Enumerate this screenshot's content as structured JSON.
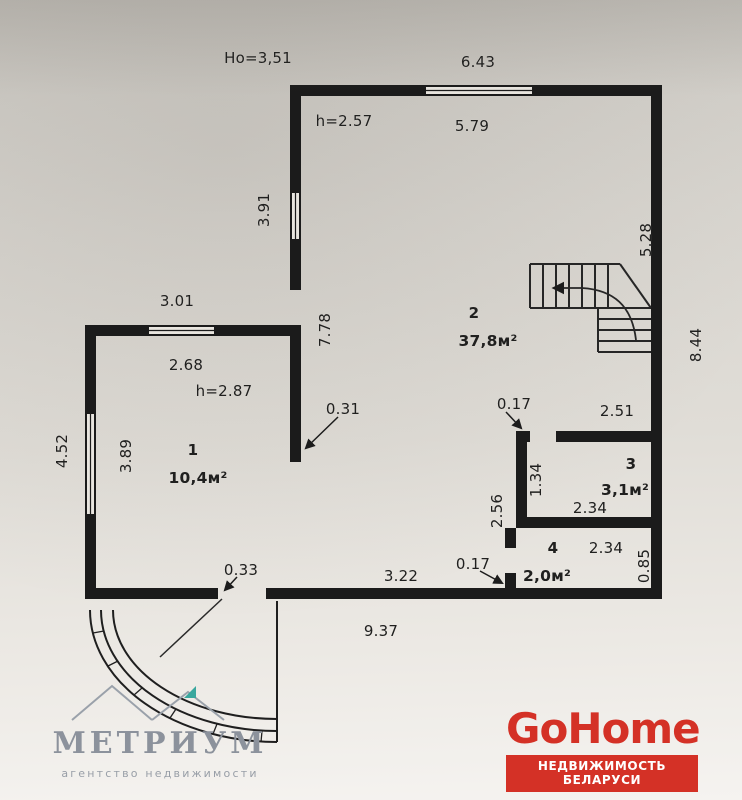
{
  "colors": {
    "ink": "#1b1b1b",
    "paper": "#dedbd5",
    "gohome_red": "#d43126",
    "metrium_gray": "#8c929c",
    "metrium_accent_teal": "#39a79e"
  },
  "plan": {
    "labels": [
      {
        "text": "Но=3,51"
      },
      {
        "text": "6.43"
      },
      {
        "text": "h=2.57"
      },
      {
        "text": "5.79"
      },
      {
        "text": "3.91"
      },
      {
        "text": "5.28"
      },
      {
        "text": "8.44"
      },
      {
        "text": "3.01"
      },
      {
        "text": "7.78"
      },
      {
        "text": "2.68"
      },
      {
        "text": "h=2.87"
      },
      {
        "text": "0.31"
      },
      {
        "text": "0.17"
      },
      {
        "text": "2.51"
      },
      {
        "text": "4.52"
      },
      {
        "text": "3.89"
      },
      {
        "text": "1.34"
      },
      {
        "text": "2.34"
      },
      {
        "text": "2.56"
      },
      {
        "text": "2.34"
      },
      {
        "text": "0.85"
      },
      {
        "text": "0.33"
      },
      {
        "text": "3.22"
      },
      {
        "text": "0.17"
      },
      {
        "text": "9.37"
      }
    ],
    "rooms": [
      {
        "number": "1",
        "area": "10,4м²"
      },
      {
        "number": "2",
        "area": "37,8м²"
      },
      {
        "number": "3",
        "area": "3,1м²"
      },
      {
        "number": "4",
        "area": "2,0м²"
      }
    ]
  },
  "watermarks": {
    "metrium": {
      "title": "МЕТРИУМ",
      "subtitle": "агентство недвижимости"
    },
    "gohome": {
      "title": "GoHome",
      "subtitle": "НЕДВИЖИМОСТЬ БЕЛАРУСИ"
    }
  }
}
